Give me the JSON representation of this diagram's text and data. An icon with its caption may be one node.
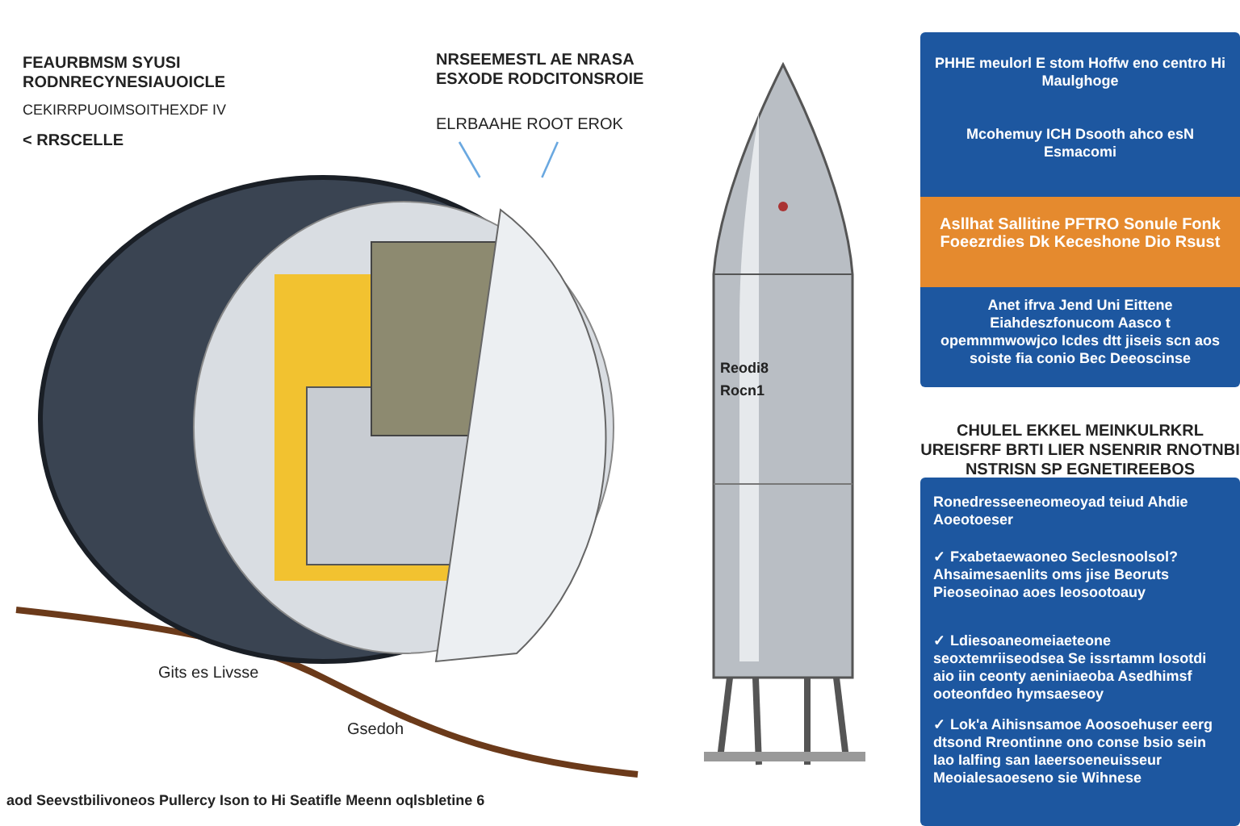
{
  "diagram": {
    "caption": "aod Seevstbilivoneos Pullercy Ison to Hi Seatifle Meenn oqlsbletine 6",
    "nodes": [
      {
        "text": [],
        "shape": "picture"
      },
      {
        "text": [
          "NRSEEMESTL AE NRASA ESXODE RODCITONSROIE",
          "ELRBAAHE ROOT EROK"
        ]
      },
      {
        "text": [
          "PHHE meulorl E stom Hoffw eno centro Hi Maulghoge",
          "Mcohemuy ICH Dsooth ahco esN Esmacomi",
          "Anet ifrva Jend Uni Eittene Eiahdeszfonucom Aasco t opemmmwowjco Icdes dtt jiseis scn aos soiste fia conio Bec Deeoscinse"
        ]
      },
      {
        "text": [
          "Asllhat Sallitine PFTRO Sonule Fonk Foeezrdies Dk Keceshone Dio Rsust"
        ],
        "in": 2
      },
      {
        "text": [
          "Ronedresseeneomeoyad teiud Ahdie Aoeotoeser",
          "✓ Fxabetaewaoneo Seclesnoolsol? Ahsaimesaenlits oms jise Beoruts Pieoseoinao aoes Ieosootoauy",
          "✓ Ldiesoaneomeiaeteone seoxtemriiseodsea Se issrtamm Iosotdi aio iin ceonty aeniniaeoba Asedhimsf ooteonfdeo hymsaeseoy",
          "✓ Lok'a Aihisnsamoe Aoosoehuser eerg dtsond Rreontinne ono conse bsio sein Iao Ialfing san Iaeersoeneuisseur Meoialesaoeseno sie Wihnese"
        ]
      }
    ],
    "edges": [
      {
        "from": 1,
        "to": 0,
        "arrow": "none"
      },
      {
        "from": 1,
        "to": 0,
        "arrow": "none"
      }
    ],
    "labels": [
      "FEAURBMSM SYUSI RODNRECYNESIAUOICLE",
      "CEKIRRPUOIMSOITHEXDF IV",
      "< RRSCELLE",
      "Reodi8",
      "Rocn1",
      "CHULEL EKKEL MEINKULRKRL UREISFRF BRTI LIER NSENRIR RNOTNBI NSTRISN SP EGNETIREEBOS",
      "Gits es Livsse",
      "Gsedoh"
    ]
  }
}
